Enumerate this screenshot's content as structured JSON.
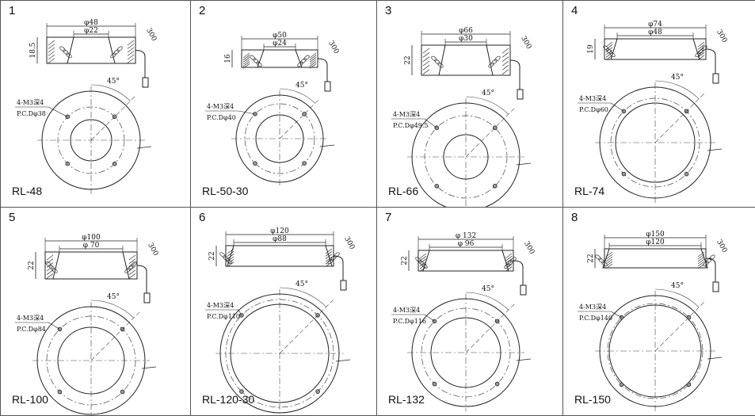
{
  "cells": [
    {
      "num": "1",
      "model": "RL-48",
      "d1": "φ48",
      "d2": "φ22",
      "h": "18.5",
      "cable": "300",
      "hole": "4-M3深4",
      "pcd": "P.C.Dφ38",
      "angle": "45°"
    },
    {
      "num": "2",
      "model": "RL-50-30",
      "d1": "φ50",
      "d2": "φ24",
      "h": "16",
      "cable": "300",
      "hole": "4-M3深4",
      "pcd": "P.C.Dφ40",
      "angle": "45°"
    },
    {
      "num": "3",
      "model": "RL-66",
      "d1": "φ66",
      "d2": "φ30",
      "h": "22",
      "cable": "300",
      "hole": "4-M3深4",
      "pcd": "P.C.Dφ49.5",
      "angle": "45°"
    },
    {
      "num": "4",
      "model": "RL-74",
      "d1": "φ74",
      "d2": "φ48",
      "h": "19",
      "cable": "300",
      "hole": "4-M3深4",
      "pcd": "P.C.Dφ60",
      "angle": "45°"
    },
    {
      "num": "5",
      "model": "RL-100",
      "d1": "φ100",
      "d2": "φ 70",
      "h": "22",
      "cable": "300",
      "hole": "4-M3深4",
      "pcd": "P.C.Dφ84",
      "angle": "45°"
    },
    {
      "num": "6",
      "model": "RL-120-30",
      "d1": "φ120",
      "d2": "φ88",
      "h": "22",
      "cable": "300",
      "hole": "4-M3深4",
      "pcd": "P.C.Dφ110",
      "angle": "45°"
    },
    {
      "num": "7",
      "model": "RL-132",
      "d1": "φ 132",
      "d2": "φ 96",
      "h": "22",
      "cable": "300",
      "hole": "4-M3深4",
      "pcd": "P.C.Dφ116",
      "angle": "45°"
    },
    {
      "num": "8",
      "model": "RL-150",
      "d1": "φ150",
      "d2": "φ120",
      "h": "22",
      "cable": "300",
      "hole": "4-M3深4",
      "pcd": "P.C.Dφ140",
      "angle": "45°"
    }
  ]
}
